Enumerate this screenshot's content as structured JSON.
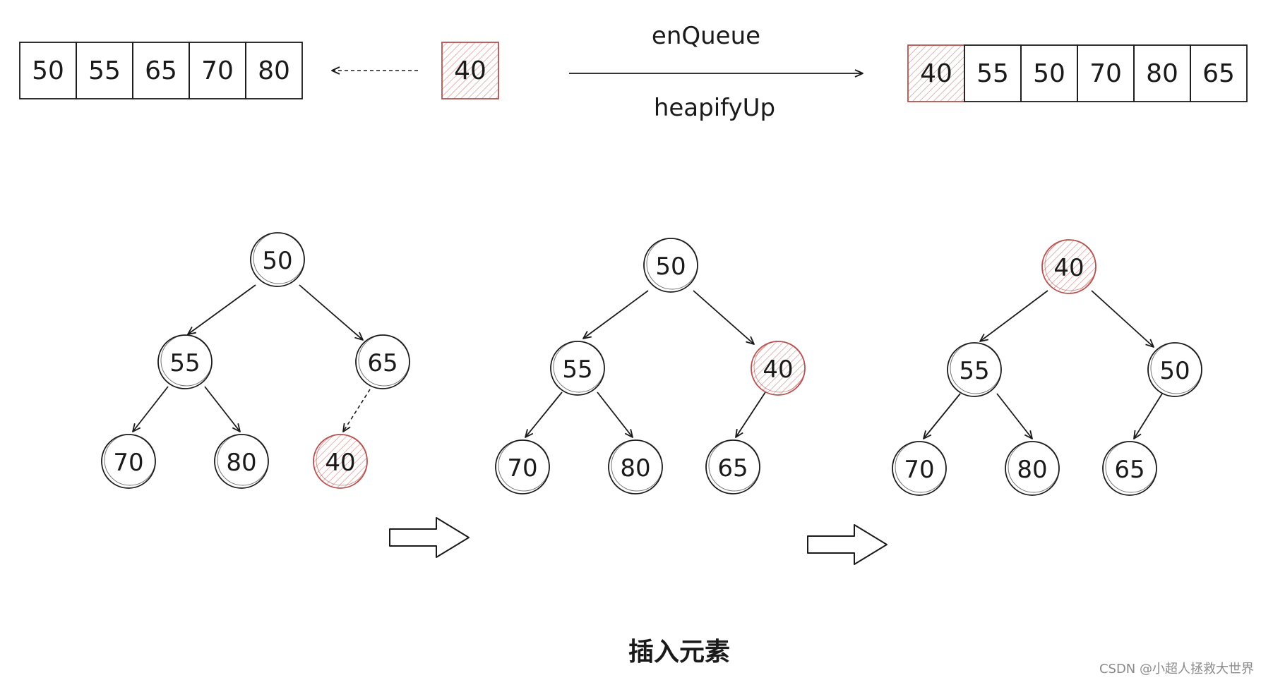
{
  "colors": {
    "ink": "#1a1a1a",
    "highlight": "#b5514e",
    "hatch": "#d9a3a1",
    "watermark": "#8a8a8a"
  },
  "top": {
    "array_before": [
      "50",
      "55",
      "65",
      "70",
      "80"
    ],
    "new_item": "40",
    "op_top": "enQueue",
    "op_bottom": "heapifyUp",
    "array_after": [
      "40",
      "55",
      "50",
      "70",
      "80",
      "65"
    ]
  },
  "trees": [
    {
      "nodes": [
        "50",
        "55",
        "65",
        "70",
        "80",
        "40"
      ],
      "highlight_index": 5
    },
    {
      "nodes": [
        "50",
        "55",
        "40",
        "70",
        "80",
        "65"
      ],
      "highlight_index": 2
    },
    {
      "nodes": [
        "40",
        "55",
        "50",
        "70",
        "80",
        "65"
      ],
      "highlight_index": 0
    }
  ],
  "caption": "插入元素",
  "watermark": "CSDN @小超人拯救大世界"
}
